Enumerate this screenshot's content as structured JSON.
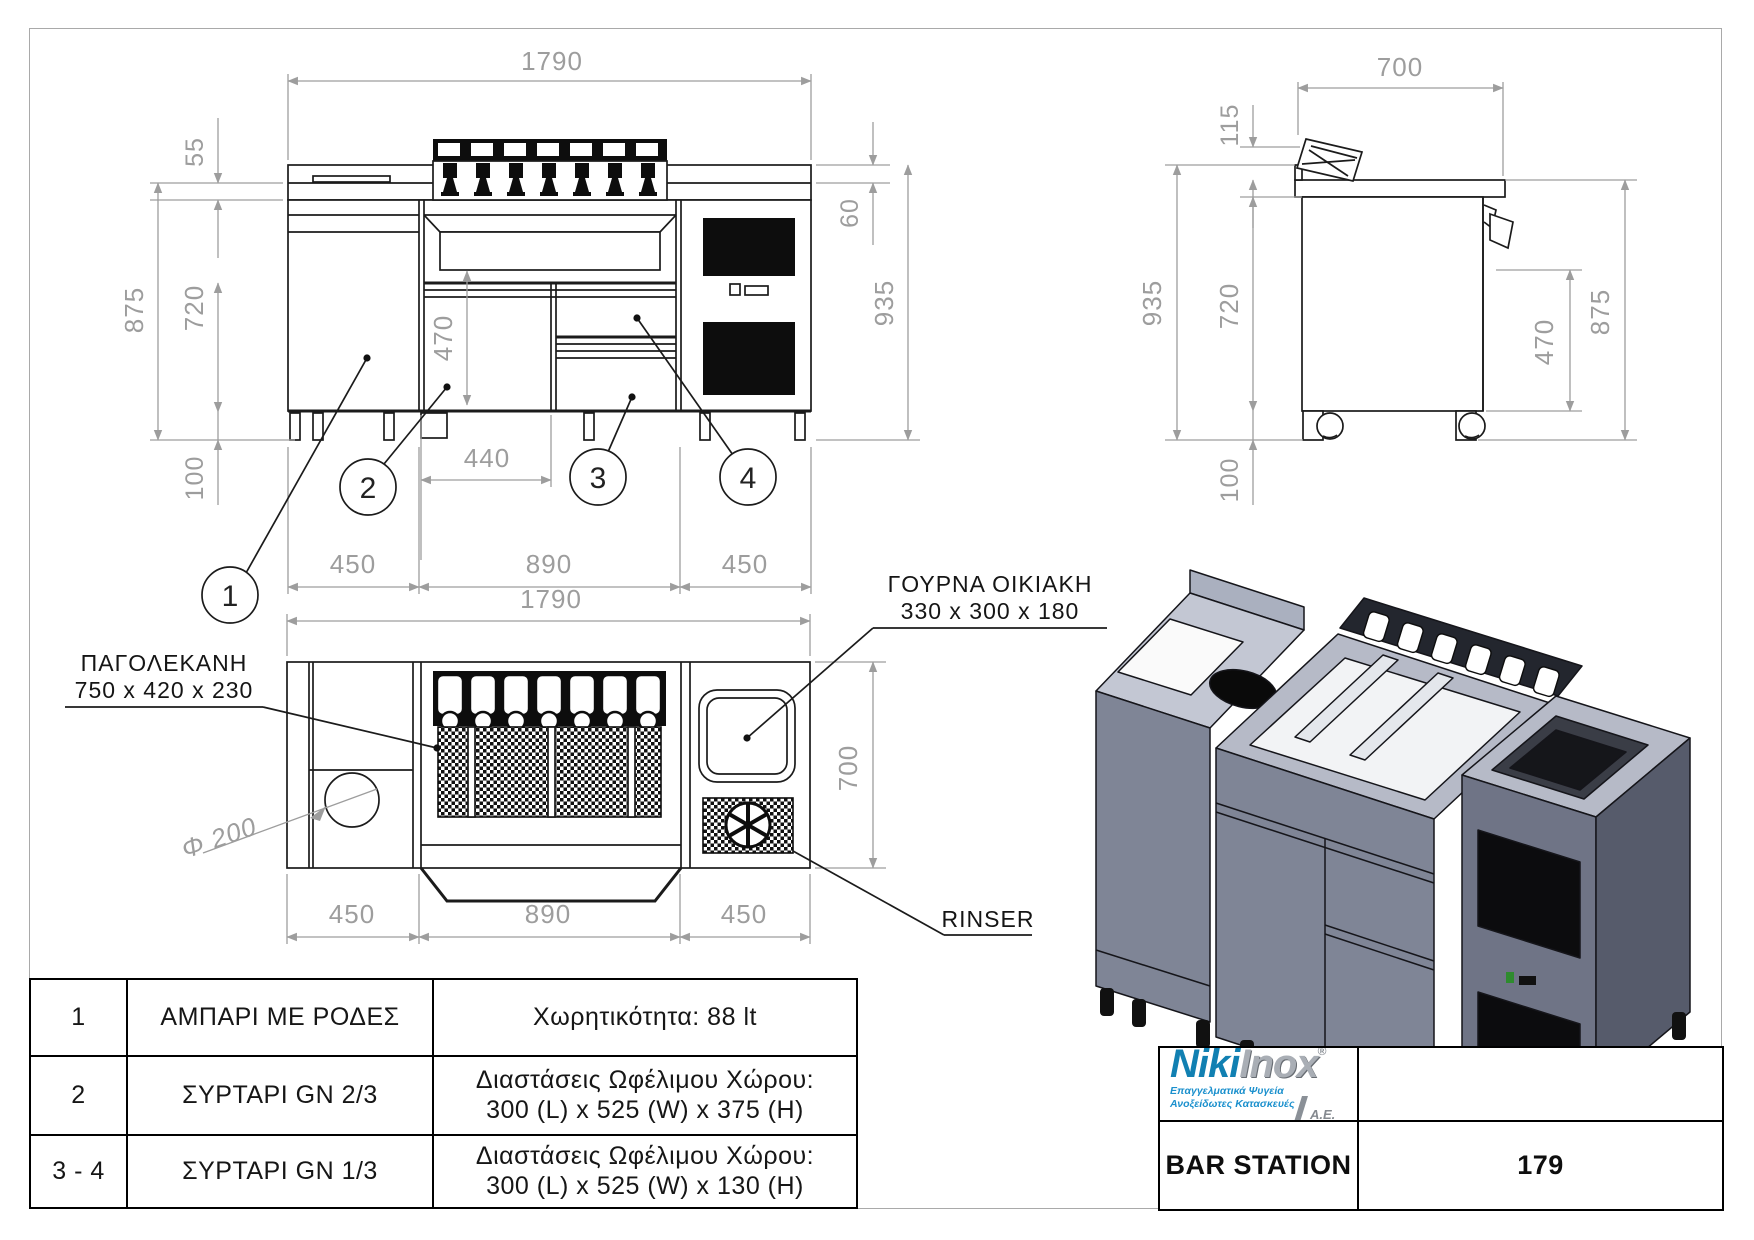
{
  "dims": {
    "front": {
      "total": "1790",
      "rack_offset": "55",
      "overall_h": "875",
      "body_h": "720",
      "drawer_h": "470",
      "plinth": "100",
      "drawer_w": "440",
      "seg_left": "450",
      "seg_mid": "890",
      "seg_right": "450",
      "counter_band": "60",
      "overall_with_top": "935"
    },
    "side": {
      "depth": "700",
      "rail_h": "115",
      "overall_with_top": "935",
      "body_h": "720",
      "drawer_zone": "470",
      "overall_h": "875",
      "plinth": "100"
    },
    "plan": {
      "total": "1790",
      "depth": "700",
      "seg_left": "450",
      "seg_mid": "890",
      "seg_right": "450",
      "hole_diameter": "Φ 200"
    }
  },
  "balloons": {
    "b1": "1",
    "b2": "2",
    "b3": "3",
    "b4": "4"
  },
  "plan_labels": {
    "ice_bin_title": "ΠΑΓΟΛΕΚΑΝΗ",
    "ice_bin_size": "750 x 420 x 230",
    "sink_title": "ΓΟΥΡΝΑ ΟΙΚΙΑΚΗ",
    "sink_size": "330 x 300 x 180",
    "rinser": "RINSER"
  },
  "parts_table": {
    "rows": [
      {
        "no": "1",
        "name": "ΑΜΠΑΡΙ ΜΕ ΡΟΔΕΣ",
        "desc1": "Χωρητικότητα: 88 lt",
        "desc2": ""
      },
      {
        "no": "2",
        "name": "ΣΥΡΤΑΡΙ GN 2/3",
        "desc1": "Διαστάσεις Ωφέλιμου Χώρου:",
        "desc2": "300 (L) x 525 (W) x 375 (H)"
      },
      {
        "no": "3 - 4",
        "name": "ΣΥΡΤΑΡΙ GN 1/3",
        "desc1": "Διαστάσεις Ωφέλιμου Χώρου:",
        "desc2": "300 (L) x 525 (W) x 130 (H)"
      }
    ]
  },
  "title_block": {
    "brand_a": "Niki",
    "brand_b": "Inox",
    "registered": "®",
    "tagline1": "Επαγγελματικά Ψυγεία",
    "tagline2": "Ανοξείδωτες Κατασκευές",
    "company_suffix": "Α.Ε.",
    "product": "BAR STATION",
    "drawing_number": "179"
  },
  "colors": {
    "brand_blue": "#1180b2",
    "tagline_blue": "#1b90cd",
    "dim_gray": "#9d9d9d",
    "iso_body": "#7f8596",
    "iso_top": "#c3c7d3",
    "iso_side": "#565b6b"
  }
}
